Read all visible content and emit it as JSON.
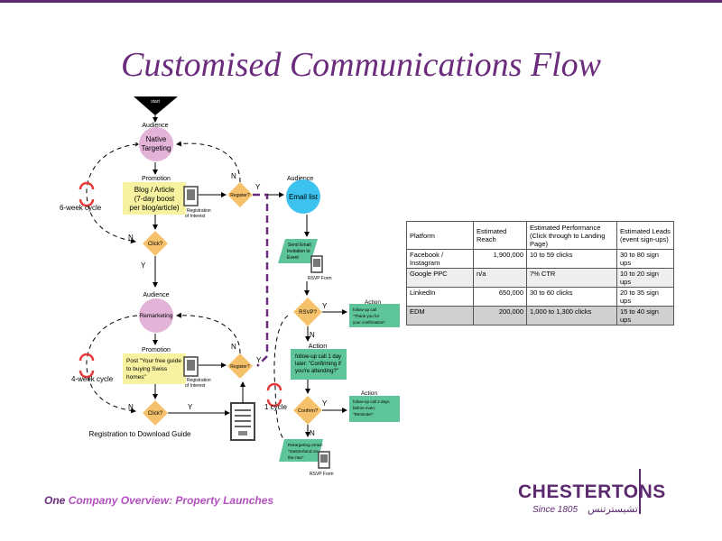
{
  "slide": {
    "title": "Customised Communications Flow",
    "footer_a": "One",
    "footer_b": "Company Overview: Property Launches"
  },
  "logo": {
    "name": "CHESTERTONS",
    "since": "Since 1805",
    "arabic": "تشيسترتنس"
  },
  "flow": {
    "start": "start",
    "audience1": "Audience",
    "native1": "Native",
    "native2": "Targeting",
    "promotion1": "Promotion",
    "blog1": "Blog / Article",
    "blog2": "(7-day boost",
    "blog3": "per blog/article)",
    "reg_interest1a": "Registration",
    "reg_interest1b": "of Interest",
    "cycle6": "6-week cycle",
    "register1": "Register?",
    "n1": "N",
    "y1": "Y",
    "click1": "Click?",
    "n2": "N",
    "y2": "Y",
    "audience2": "Audience",
    "remarketing": "Remarketing",
    "promotion2": "Promotion",
    "post1": "Post \"Your free guide",
    "post2": "to buying Swiss",
    "post3": "homes\"",
    "reg_interest2a": "Registration",
    "reg_interest2b": "of Interest",
    "cycle4": "4-week cycle",
    "register2": "Register?",
    "n3": "N",
    "y3": "Y",
    "click2": "Click?",
    "n4": "N",
    "y4": "Y",
    "reg_guide": "Registration to Download Guide",
    "audience3": "Audience",
    "email_list": "Email list",
    "send1": "Send Email",
    "send2": "Invitation to",
    "send3": "Event",
    "rsvp_form1": "RSVP Form",
    "rsvp": "RSVP?",
    "y5": "Y",
    "n5": "N",
    "action1": "Action",
    "action1_text1": "follow-up call",
    "action1_text2": "\"Thank you for",
    "action1_text3": "your confirmation\"",
    "action2": "Action",
    "action2_text1": "follow-up call 1 day",
    "action2_text2": "later: \"Confirming if",
    "action2_text3": "you're attending?\"",
    "cycle1": "1 cycle",
    "confirm": "Confirm?",
    "y6": "Y",
    "n6": "N",
    "action3": "Action",
    "action3_text1": "follow-up call 2 days",
    "action3_text2": "before even:",
    "action3_text3": "\"Reminder\"",
    "retarget1": "Retargeting email:",
    "retarget2": "\"Switzerland on",
    "retarget3": "the rise\"",
    "rsvp_form2": "RSVP Form"
  },
  "table": {
    "headers": [
      "Platform",
      "Estimated Reach",
      "Estimated Performance (Click through to Landing Page)",
      "Estimated Leads (event sign-ups)"
    ],
    "rows": [
      [
        "Facebook / Instagram",
        "1,900,000",
        "10 to 59 clicks",
        "30 to 80 sign ups"
      ],
      [
        "Google PPC",
        "n/a",
        "7% CTR",
        "10 to 20 sign ups"
      ],
      [
        "LinkedIn",
        "650,000",
        "30 to 60 clicks",
        "20 to 35 sign ups"
      ],
      [
        "EDM",
        "200,000",
        "1,000 to 1,300 clicks",
        "15 to 40 sign ups"
      ]
    ]
  },
  "colors": {
    "brand_purple": "#5c2a6e",
    "pink_node": "#e3b3d8",
    "blue_node": "#3cc2ee",
    "yellow_box": "#f6f2a0",
    "diamond": "#f5c26b",
    "green_box": "#5ec49a"
  }
}
